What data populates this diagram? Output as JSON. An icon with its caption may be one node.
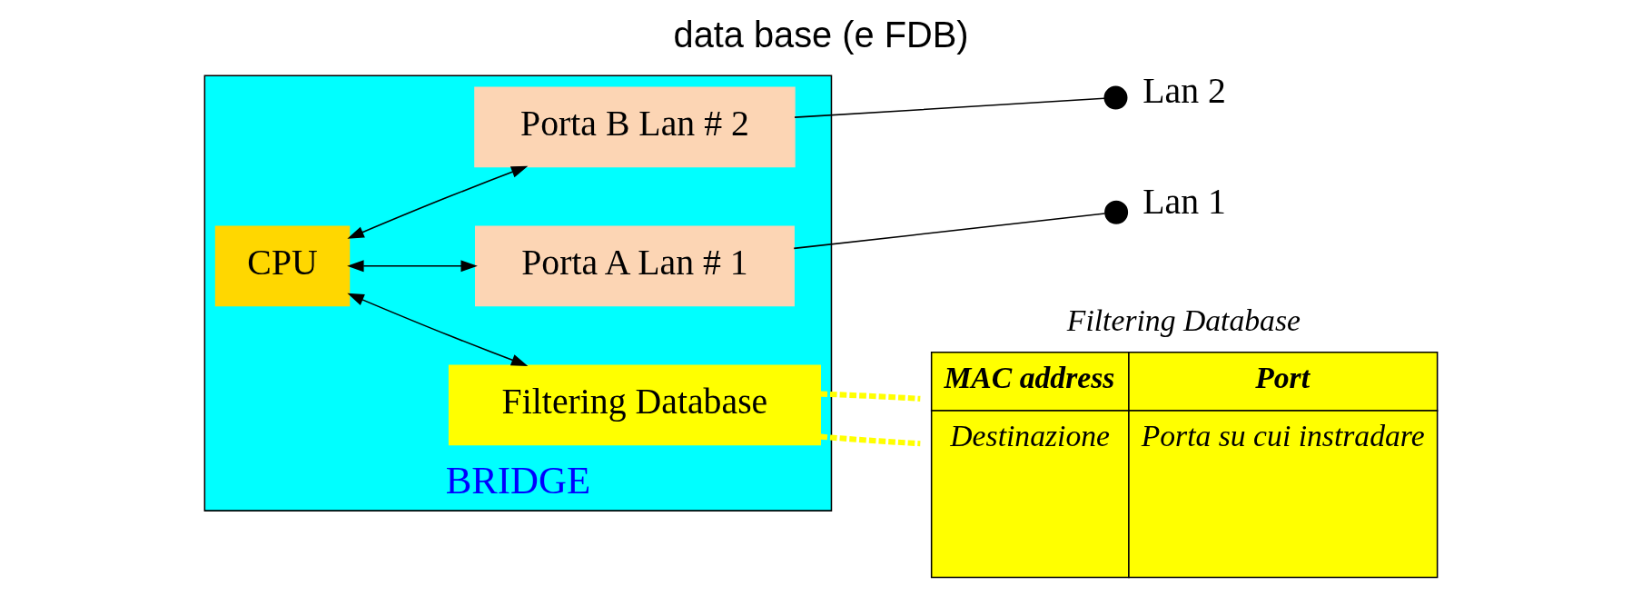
{
  "diagram": {
    "title": "data base (e FDB)",
    "nodes": [
      {
        "text": [
          "BRIDGE"
        ]
      },
      {
        "text": [
          "CPU"
        ],
        "in": 0
      },
      {
        "text": [
          "Porta B Lan # 2"
        ],
        "in": 0
      },
      {
        "text": [
          "Porta A Lan # 1"
        ],
        "in": 0
      },
      {
        "text": [
          "Filtering Database"
        ],
        "in": 0
      },
      {
        "text": [
          "Lan 1"
        ]
      },
      {
        "text": [
          "Lan 2"
        ]
      },
      {
        "text": [
          "Filtering Database",
          "MAC address",
          "Port",
          "Destinazione",
          "Porta su cui instradare"
        ]
      }
    ],
    "edges": [
      {
        "from": 1,
        "to": 2,
        "arrow": "both"
      },
      {
        "from": 1,
        "to": 3,
        "arrow": "both"
      },
      {
        "from": 1,
        "to": 4,
        "arrow": "both"
      },
      {
        "from": 3,
        "to": 5,
        "arrow": "other"
      },
      {
        "from": 2,
        "to": 6,
        "arrow": "other"
      },
      {
        "from": 4,
        "to": 7,
        "arrow": "none",
        "style": "dashed",
        "color": "#ffff00"
      },
      {
        "from": 4,
        "to": 7,
        "arrow": "none",
        "style": "dashed",
        "color": "#ffff00"
      }
    ]
  }
}
